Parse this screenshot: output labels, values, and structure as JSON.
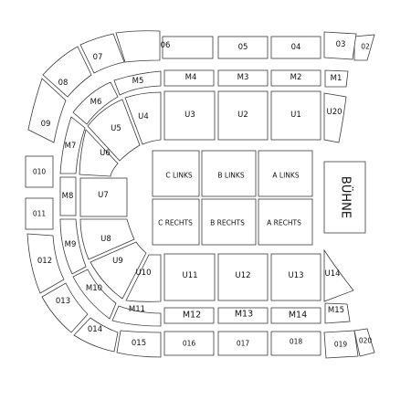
{
  "stage": {
    "label": "BÜHNE"
  },
  "floor": {
    "c_links": "C LINKS",
    "b_links": "B LINKS",
    "a_links": "A LINKS",
    "c_rechts": "C RECHTS",
    "b_rechts": "B RECHTS",
    "a_rechts": "A RECHTS"
  },
  "upper_ring": {
    "s02": "02",
    "s03": "03",
    "s04": "04",
    "s05": "05",
    "s06": "06",
    "s07": "07",
    "s08": "08",
    "s09": "09",
    "s010": "010",
    "s011": "011",
    "s012": "012",
    "s013": "013",
    "s014": "014",
    "s015": "015",
    "s016": "016",
    "s017": "017",
    "s018": "018",
    "s019": "019",
    "s020": "020"
  },
  "middle_ring": {
    "m1": "M1",
    "m2": "M2",
    "m3": "M3",
    "m4": "M4",
    "m5": "M5",
    "m6": "M6",
    "m7": "M7",
    "m8": "M8",
    "m9": "M9",
    "m10": "M10",
    "m11": "M11",
    "m12": "M12",
    "m13": "M13",
    "m14": "M14",
    "m15": "M15"
  },
  "lower_ring": {
    "u1": "U1",
    "u2": "U2",
    "u3": "U3",
    "u4": "U4",
    "u5": "U5",
    "u6": "U6",
    "u7": "U7",
    "u8": "U8",
    "u9": "U9",
    "u10": "U10",
    "u11": "U11",
    "u12": "U12",
    "u13": "U13",
    "u14": "U14",
    "u20": "U20"
  }
}
